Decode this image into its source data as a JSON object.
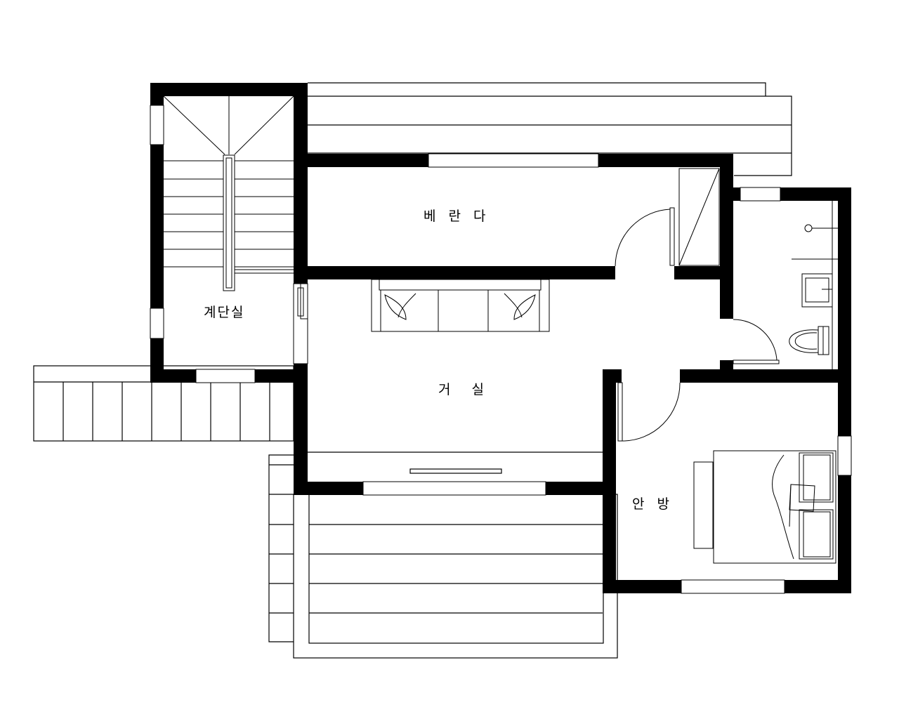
{
  "rooms": {
    "veranda": "베 란 다",
    "stairwell": "계단실",
    "living_room": "거  실",
    "master_bedroom": "안 방"
  },
  "colors": {
    "wall": "#000000",
    "line": "#000000",
    "background": "#ffffff"
  }
}
